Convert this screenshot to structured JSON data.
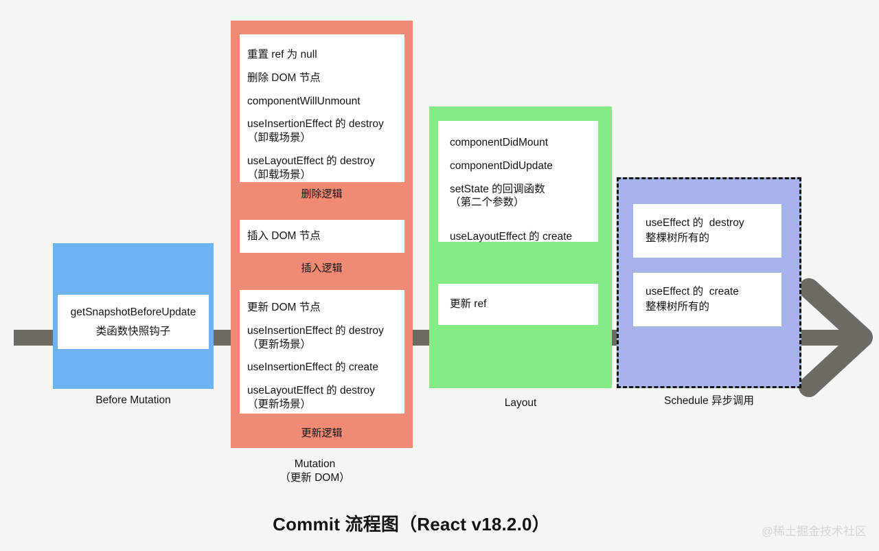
{
  "title": "Commit 流程图（React v18.2.0）",
  "watermark": "@稀土掘金技术社区",
  "colors": {
    "background": "#f5f5f2",
    "before_mutation_block": "#6db3f1",
    "mutation_block": "#f18a73",
    "layout_block": "#85ec85",
    "schedule_block": "#a6b3ea",
    "arrow": "#6c6b63",
    "inner_box": "#ffffff"
  },
  "blocks": {
    "before_mutation": {
      "label": "Before Mutation",
      "box_text": "getSnapshotBeforeUpdate\n类函数快照钩子"
    },
    "mutation": {
      "label": "Mutation\n（更新 DOM）",
      "delete_box": {
        "items": [
          "重置 ref 为 null",
          "删除 DOM 节点",
          "componentWillUnmount",
          "useInsertionEffect 的 destroy\n（卸载场景）",
          "useLayoutEffect 的 destroy\n（卸载场景）"
        ],
        "caption": "删除逻辑"
      },
      "insert_box": {
        "text": "插入 DOM 节点",
        "caption": "插入逻辑"
      },
      "update_box": {
        "items": [
          "更新 DOM 节点",
          "useInsertionEffect 的 destroy\n（更新场景）",
          "useInsertionEffect 的 create",
          "useLayoutEffect 的 destroy\n（更新场景）"
        ],
        "caption": "更新逻辑"
      }
    },
    "layout": {
      "label": "Layout",
      "box1_items": [
        "componentDidMount",
        "componentDidUpdate",
        "setState 的回调函数\n（第二个参数）",
        "useLayoutEffect 的 create"
      ],
      "box2_text": "更新 ref"
    },
    "schedule": {
      "label": "Schedule 异步调用",
      "box1_text": "useEffect 的  destroy\n整棵树所有的",
      "box2_text": "useEffect 的  create\n整棵树所有的"
    }
  }
}
